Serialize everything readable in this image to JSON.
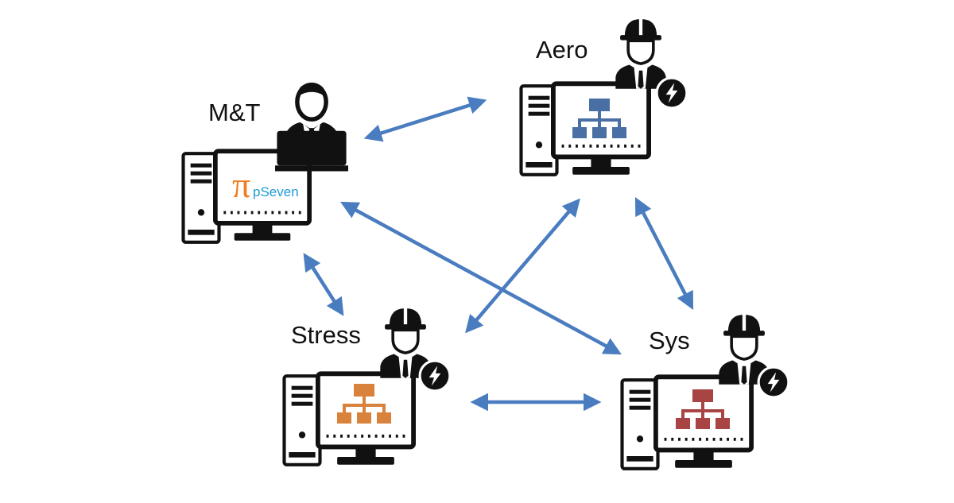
{
  "nodes": [
    {
      "id": "mt",
      "label": "M&T",
      "logo_text": "pSeven",
      "logo_symbol": "π",
      "screen_content": "pseven-logo",
      "person": "person-with-laptop"
    },
    {
      "id": "aero",
      "label": "Aero",
      "screen_content": "hierarchy-chart-icon",
      "chart_color": "#4a6fa5",
      "person": "engineer-with-hardhat",
      "badge": "lightning-icon"
    },
    {
      "id": "stress",
      "label": "Stress",
      "screen_content": "hierarchy-chart-icon",
      "chart_color": "#d9823b",
      "person": "engineer-with-hardhat",
      "badge": "lightning-icon"
    },
    {
      "id": "sys",
      "label": "Sys",
      "screen_content": "hierarchy-chart-icon",
      "chart_color": "#a84444",
      "person": "engineer-with-hardhat",
      "badge": "lightning-icon"
    }
  ],
  "links": [
    {
      "from": "mt",
      "to": "aero",
      "bidirectional": true
    },
    {
      "from": "mt",
      "to": "stress",
      "bidirectional": true
    },
    {
      "from": "mt",
      "to": "sys",
      "bidirectional": true
    },
    {
      "from": "aero",
      "to": "stress",
      "bidirectional": true
    },
    {
      "from": "aero",
      "to": "sys",
      "bidirectional": true
    },
    {
      "from": "stress",
      "to": "sys",
      "bidirectional": true
    }
  ],
  "colors": {
    "arrow": "#4a7cc0",
    "icon": "#111111",
    "pseven_pi": "#f07d1e",
    "pseven_text": "#1d9bd6"
  }
}
